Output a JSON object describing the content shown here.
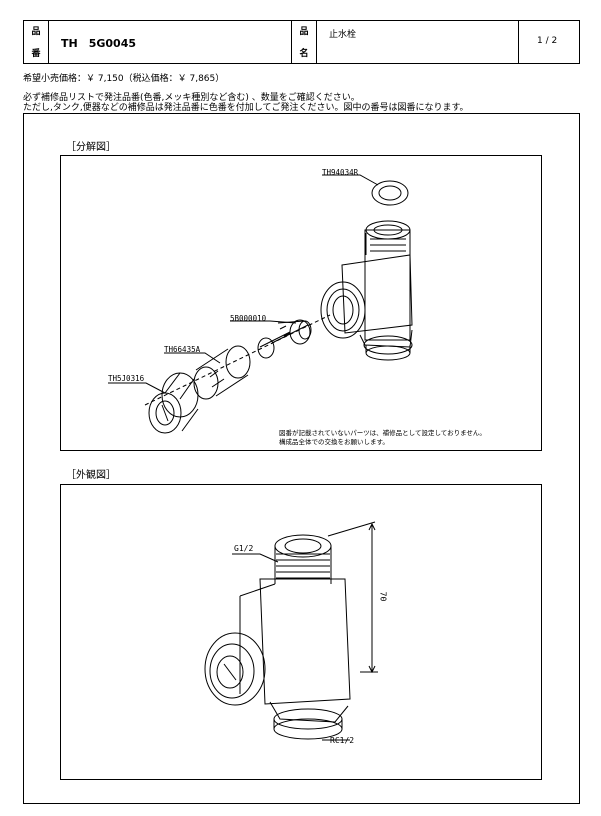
{
  "header": {
    "label_hinban_1": "品",
    "label_hinban_2": "番",
    "product_code": "TH　5G0045",
    "label_hinmei_1": "品",
    "label_hinmei_2": "名",
    "product_name": "止水栓",
    "page": "1 / 2"
  },
  "price_line": "希望小売価格：￥ 7,150（税込価格：￥ 7,865）",
  "notice_1": "必ず補修品リストで発注品番(色番,メッキ種別など含む) 、数量をご確認ください。",
  "notice_2": "ただし,タンク,便器などの補修品は発注品番に色番を付加してご発注ください。図中の番号は図番になります。",
  "exploded": {
    "section_title": "［分解図］",
    "parts": {
      "gasket": "TH94034R",
      "cartridge": "5B000010",
      "sleeve": "TH66435A",
      "cap": "TH5J0316"
    },
    "note_1": "図番が記載されていないパーツは、補修品として設定しておりません。",
    "note_2": "構成品全体での交換をお願いします。"
  },
  "exterior": {
    "section_title": "［外観図］",
    "thread_top": "G1/2",
    "thread_bottom": "RC1/2",
    "dimension": "70"
  }
}
